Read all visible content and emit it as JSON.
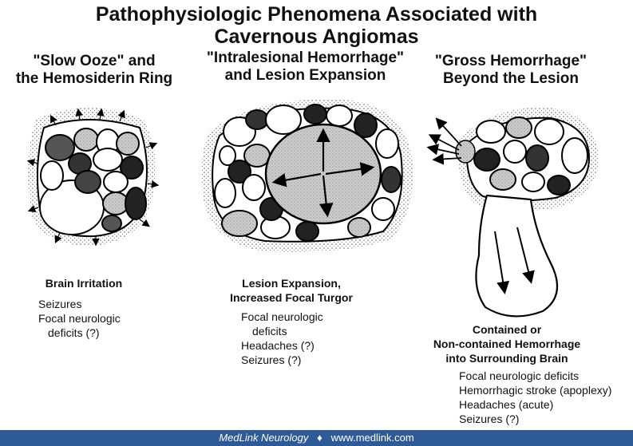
{
  "title": {
    "line1": "Pathophysiologic Phenomena Associated with",
    "line2": "Cavernous Angiomas"
  },
  "panels": [
    {
      "heading_line1": "\"Slow Ooze\" and",
      "heading_line2": "the Hemosiderin Ring",
      "subheading_line1": "Brain Irritation",
      "items": [
        "Seizures",
        "Focal neurologic",
        "deficits (?)"
      ]
    },
    {
      "heading_line1": "\"Intralesional Hemorrhage\"",
      "heading_line2": "and Lesion Expansion",
      "subheading_line1": "Lesion Expansion,",
      "subheading_line2": "Increased Focal Turgor",
      "items": [
        "Focal neurologic",
        "deficits",
        "Headaches (?)",
        "Seizures (?)"
      ]
    },
    {
      "heading_line1": "\"Gross Hemorrhage\"",
      "heading_line2": "Beyond the Lesion",
      "subheading_line1": "Contained or",
      "subheading_line2": "Non-contained Hemorrhage",
      "subheading_line3": "into Surrounding Brain",
      "items": [
        "Focal neurologic deficits",
        "Hemorrhagic stroke (apoplexy)",
        "Headaches (acute)",
        "Seizures (?)"
      ]
    }
  ],
  "footer": {
    "brand": "MedLink Neurology",
    "separator": "♦",
    "url": "www.medlink.com",
    "background_color": "#2e5a97"
  }
}
